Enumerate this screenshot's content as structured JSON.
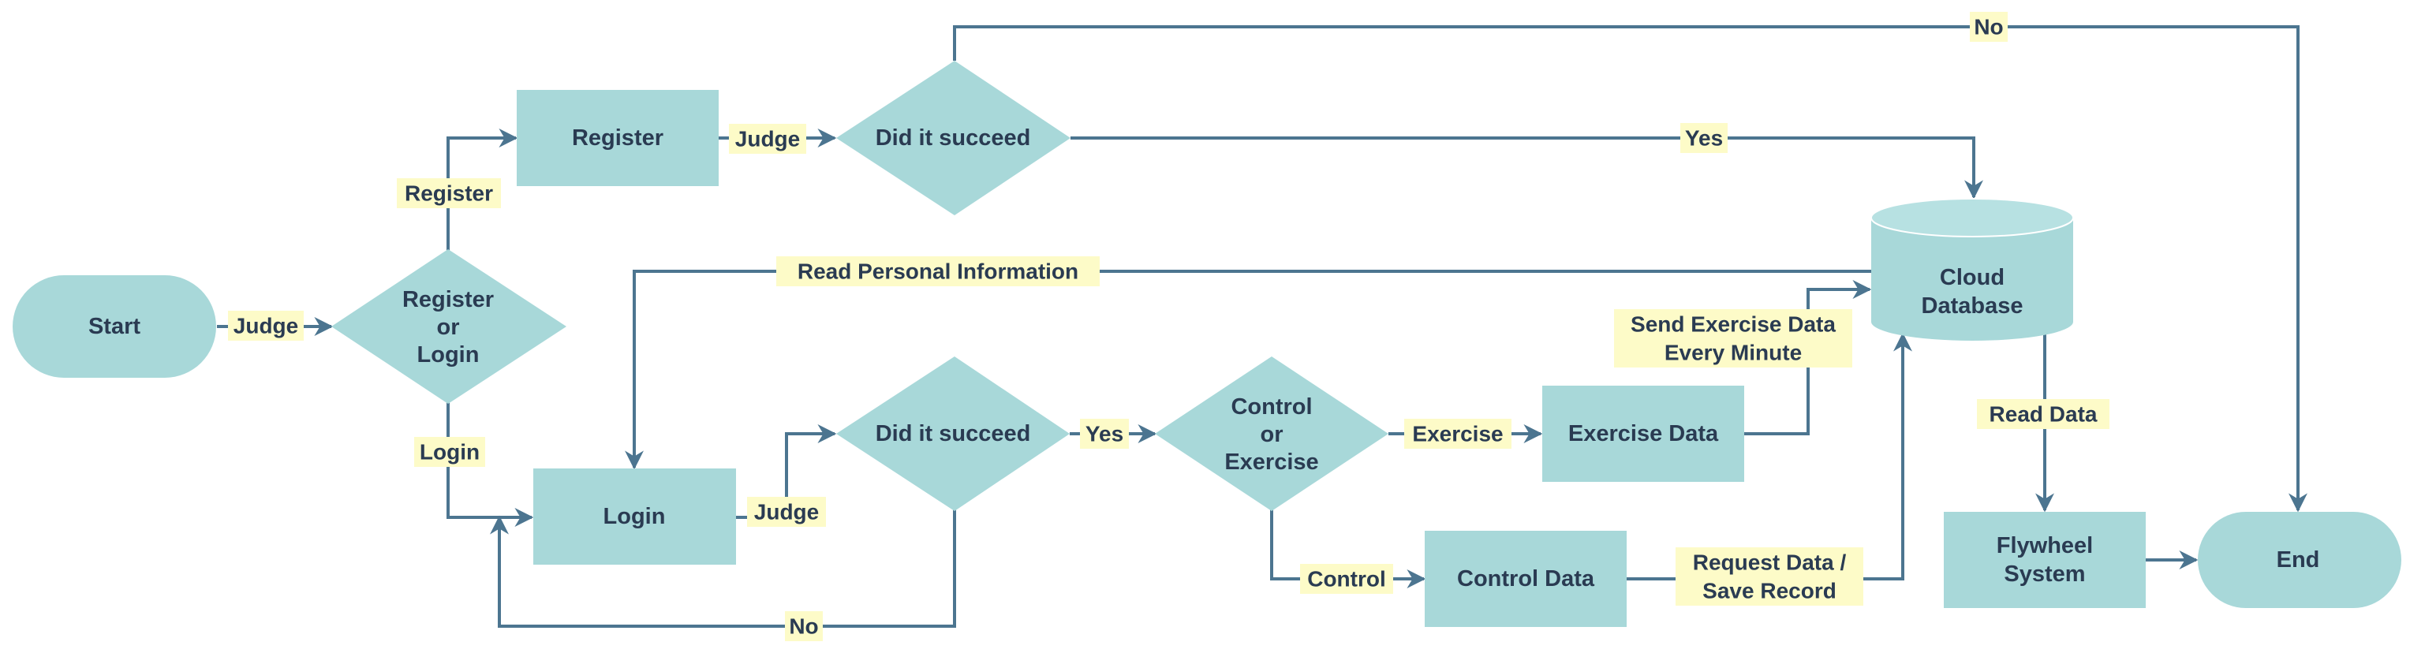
{
  "colors": {
    "node_fill": "#a8d8d9",
    "edge": "#4c7590",
    "label_bg": "#fdfbc8",
    "text": "#2a3b52"
  },
  "nodes": {
    "start": "Start",
    "register_or_login": [
      "Register",
      "or",
      "Login"
    ],
    "register": "Register",
    "did_succeed_top": "Did it succeed",
    "login": "Login",
    "did_succeed_bottom": "Did it succeed",
    "control_or_exercise": [
      "Control",
      "or",
      "Exercise"
    ],
    "exercise_data": "Exercise Data",
    "control_data": "Control Data",
    "cloud_database": [
      "Cloud",
      "Database"
    ],
    "flywheel_system": [
      "Flywheel",
      "System"
    ],
    "end": "End"
  },
  "edges": {
    "start_judge": "Judge",
    "register_branch": "Register",
    "login_branch": "Login",
    "register_judge": "Judge",
    "top_no": "No",
    "top_yes": "Yes",
    "read_personal_info": "Read Personal Information",
    "login_judge": "Judge",
    "bottom_yes": "Yes",
    "bottom_no": "No",
    "exercise_branch": "Exercise",
    "control_branch": "Control",
    "send_exercise_data": [
      "Send Exercise Data",
      "Every Minute"
    ],
    "request_save": [
      "Request Data /",
      "Save Record"
    ],
    "read_data": "Read Data"
  }
}
